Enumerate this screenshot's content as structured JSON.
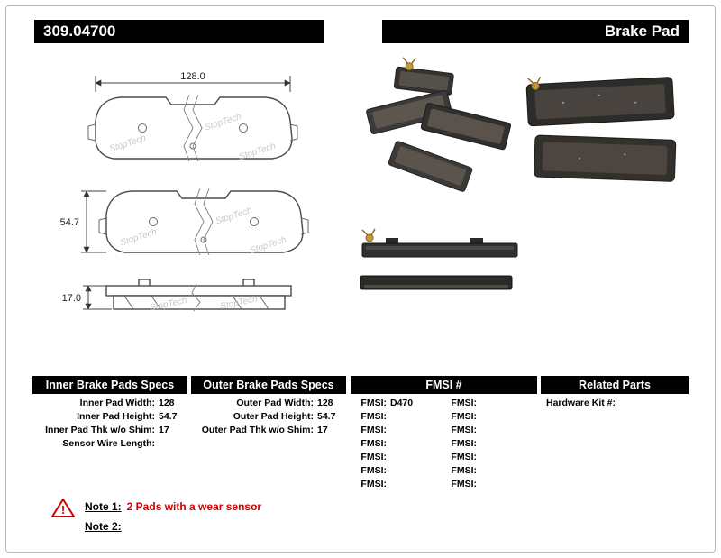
{
  "header": {
    "part_number": "309.04700",
    "title": "Brake Pad"
  },
  "colors": {
    "header_bg": "#000000",
    "header_text": "#ffffff",
    "note_text": "#cc0000"
  },
  "drawing": {
    "width_label": "128.0",
    "height_label": "54.7",
    "thickness_label": "17.0",
    "watermark": "StopTech"
  },
  "specs": {
    "inner": {
      "title": "Inner Brake Pads Specs",
      "rows": [
        {
          "label": "Inner Pad Width:",
          "value": "128"
        },
        {
          "label": "Inner Pad Height:",
          "value": "54.7"
        },
        {
          "label": "Inner Pad Thk w/o Shim:",
          "value": "17"
        },
        {
          "label": "Sensor Wire Length:",
          "value": ""
        }
      ]
    },
    "outer": {
      "title": "Outer Brake Pads Specs",
      "rows": [
        {
          "label": "Outer Pad Width:",
          "value": "128"
        },
        {
          "label": "Outer Pad Height:",
          "value": "54.7"
        },
        {
          "label": "Outer Pad Thk w/o Shim:",
          "value": "17"
        }
      ]
    },
    "fmsi": {
      "title": "FMSI #",
      "rows": [
        {
          "l_label": "FMSI:",
          "l_value": "D470",
          "r_label": "FMSI:",
          "r_value": ""
        },
        {
          "l_label": "FMSI:",
          "l_value": "",
          "r_label": "FMSI:",
          "r_value": ""
        },
        {
          "l_label": "FMSI:",
          "l_value": "",
          "r_label": "FMSI:",
          "r_value": ""
        },
        {
          "l_label": "FMSI:",
          "l_value": "",
          "r_label": "FMSI:",
          "r_value": ""
        },
        {
          "l_label": "FMSI:",
          "l_value": "",
          "r_label": "FMSI:",
          "r_value": ""
        },
        {
          "l_label": "FMSI:",
          "l_value": "",
          "r_label": "FMSI:",
          "r_value": ""
        },
        {
          "l_label": "FMSI:",
          "l_value": "",
          "r_label": "FMSI:",
          "r_value": ""
        }
      ]
    },
    "related": {
      "title": "Related Parts",
      "rows": [
        {
          "label": "Hardware Kit #:",
          "value": ""
        }
      ]
    }
  },
  "notes": {
    "warning_glyph": "!",
    "note1_label": "Note 1:",
    "note1_text": "2 Pads with a wear sensor",
    "note2_label": "Note 2:",
    "note2_text": ""
  }
}
